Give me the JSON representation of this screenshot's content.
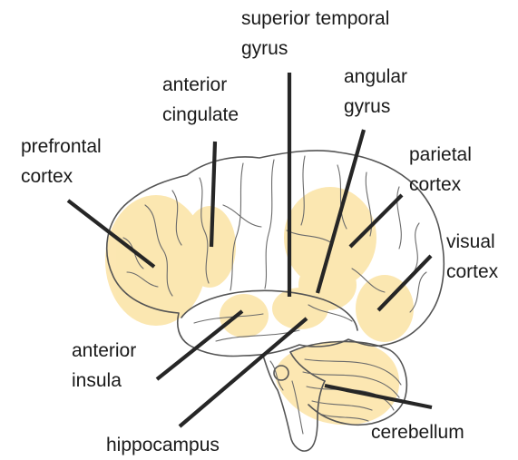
{
  "colors": {
    "highlight": "#fbe3a4",
    "outline": "#555555",
    "leader": "#262626",
    "text": "#1a1a1a"
  },
  "labels": {
    "superior_temporal_gyrus": [
      "superior temporal",
      "gyrus"
    ],
    "anterior_cingulate": [
      "anterior",
      "cingulate"
    ],
    "angular_gyrus": [
      "angular",
      "gyrus"
    ],
    "prefrontal_cortex": [
      "prefrontal",
      "cortex"
    ],
    "parietal_cortex": [
      "parietal",
      "cortex"
    ],
    "visual_cortex": [
      "visual",
      "cortex"
    ],
    "anterior_insula": [
      "anterior",
      "insula"
    ],
    "hippocampus": [
      "hippocampus"
    ],
    "cerebellum": [
      "cerebellum"
    ]
  }
}
